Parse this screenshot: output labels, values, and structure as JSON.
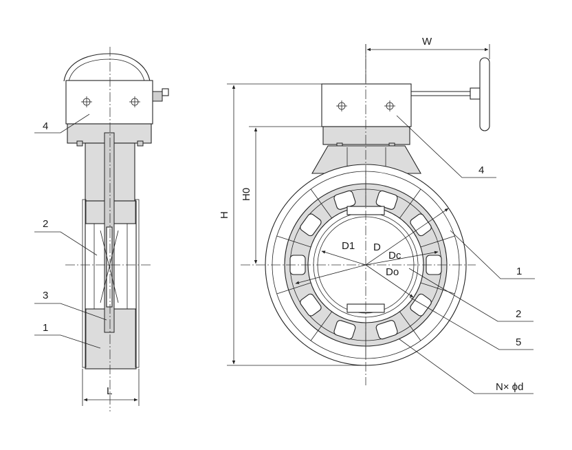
{
  "diagram": {
    "labels": {
      "side_4": "4",
      "side_2": "2",
      "side_3": "3",
      "side_1": "1",
      "dim_L": "L",
      "dim_W": "W",
      "dim_H": "H",
      "dim_H0": "H0",
      "front_4": "4",
      "front_1": "1",
      "front_2": "2",
      "front_5": "5",
      "dim_D1": "D1",
      "dim_D": "D",
      "dim_Dc": "Dc",
      "dim_Do": "Do",
      "bolt_spec": "N× ϕd"
    },
    "colors": {
      "line": "#222222",
      "fill": "#dcdcdc",
      "background": "#ffffff"
    }
  }
}
